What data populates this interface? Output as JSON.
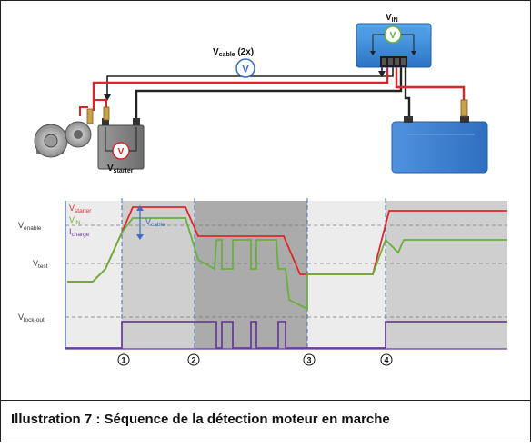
{
  "wiring": {
    "vin": {
      "main": "V",
      "sub": "IN"
    },
    "vcable": {
      "main": "V",
      "sub": "cable",
      "suffix": " (2x)"
    },
    "vstarter": {
      "main": "V",
      "sub": "starter"
    },
    "meter_symbol": "V"
  },
  "timing": {
    "curves": [
      {
        "main": "V",
        "sub": "starter",
        "color": "#e0262b"
      },
      {
        "main": "V",
        "sub": "IN",
        "color": "#68b13b"
      },
      {
        "main": "I",
        "sub": "charge",
        "color": "#6a3ea1"
      }
    ],
    "levels": [
      {
        "main": "V",
        "sub": "enable"
      },
      {
        "main": "V",
        "sub": "test"
      },
      {
        "main": "V",
        "sub": "lock-out"
      }
    ],
    "vcable_label": {
      "main": "V",
      "sub": "cable"
    },
    "markers": [
      "1",
      "2",
      "3",
      "4"
    ],
    "phase_colors": [
      "#ececec",
      "#cfcfcf",
      "#ababab",
      "#ececec",
      "#cfcfcf"
    ]
  },
  "caption": "Illustration 7 : Séquence de la détection moteur en marche",
  "colors": {
    "red_wire": "#d9262b",
    "black_wire": "#222222",
    "controller": "#3a87d6",
    "service_battery": "#3a7fd0",
    "marker_line": "#4a6fb5"
  }
}
